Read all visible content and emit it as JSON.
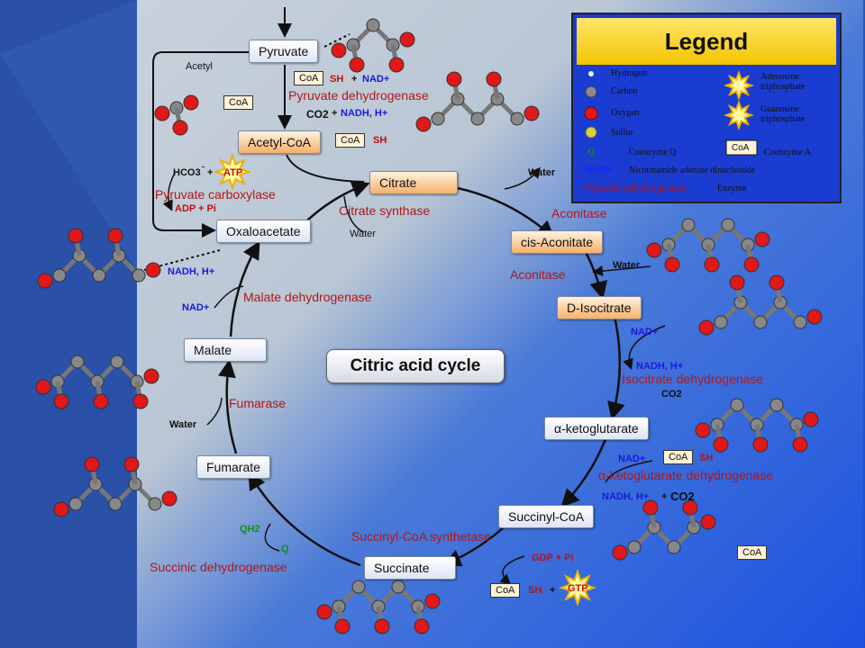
{
  "diagram": {
    "title": "Citric acid cycle",
    "compounds": {
      "pyruvate": "Pyruvate",
      "acetyl_coa": "Acetyl-CoA",
      "citrate": "Citrate",
      "cis_aconitate": "cis-Aconitate",
      "isocitrate": "D-Isocitrate",
      "ketoglutarate": "α-ketoglutarate",
      "succinyl_coa": "Succinyl-CoA",
      "succinate": "Succinate",
      "fumarate": "Fumarate",
      "malate": "Malate",
      "oxaloacetate": "Oxaloacetate"
    },
    "enzymes": {
      "pyruvate_dh": "Pyruvate dehydrogenase",
      "pyruvate_carboxylase": "Pyruvate carboxylase",
      "citrate_synthase": "Citrate synthase",
      "aconitase_1": "Aconitase",
      "aconitase_2": "Aconitase",
      "isocitrate_dh": "Isocitrate dehydrogenase",
      "akg_dh": "α-ketoglutarate dehydrogenase",
      "succinyl_coa_synthetase": "Succinyl-CoA synthetase",
      "succinic_dh": "Succinic dehydrogenase",
      "fumarase": "Fumarase",
      "malate_dh": "Malate dehydrogenase"
    },
    "labels": {
      "acetyl": "Acetyl",
      "coa": "CoA",
      "sh": "SH",
      "plus": "+",
      "nad_plus": "NAD+",
      "co2": "CO2",
      "nadh_h": "NADH, H+",
      "hco3": "HCO3",
      "minus": "-",
      "atp": "ATP",
      "gtp": "GTP",
      "adp_pi": "ADP + Pi",
      "gdp_pi": "GDP + Pi",
      "water": "Water",
      "qh2": "QH2",
      "q": "Q"
    },
    "legend": {
      "heading": "Legend",
      "hydrogen": "Hydrogen",
      "carbon": "Carbon",
      "oxygen": "Oxygen",
      "sulfur": "Sulfur",
      "q_symbol": "Q",
      "coenzyme_q": "Coenzyme Q",
      "nadh_symbol": "NADH",
      "nadh_text": "Nicotinamide adenine dinucleotide",
      "enzyme_example": "Pyruvate dehydrogenase",
      "enzyme_text": "Enzyme",
      "atp_text": "Adenosine triphosphate",
      "gtp_text": "Guanosine triphosphate",
      "coa_text": "Coenzyme A"
    },
    "colors": {
      "enzyme": "#b01818",
      "cofactor_blue": "#1a1ad8",
      "oxygen_atom": "#e01818",
      "carbon_atom": "#888888",
      "legend_header": "#f2c400"
    }
  }
}
